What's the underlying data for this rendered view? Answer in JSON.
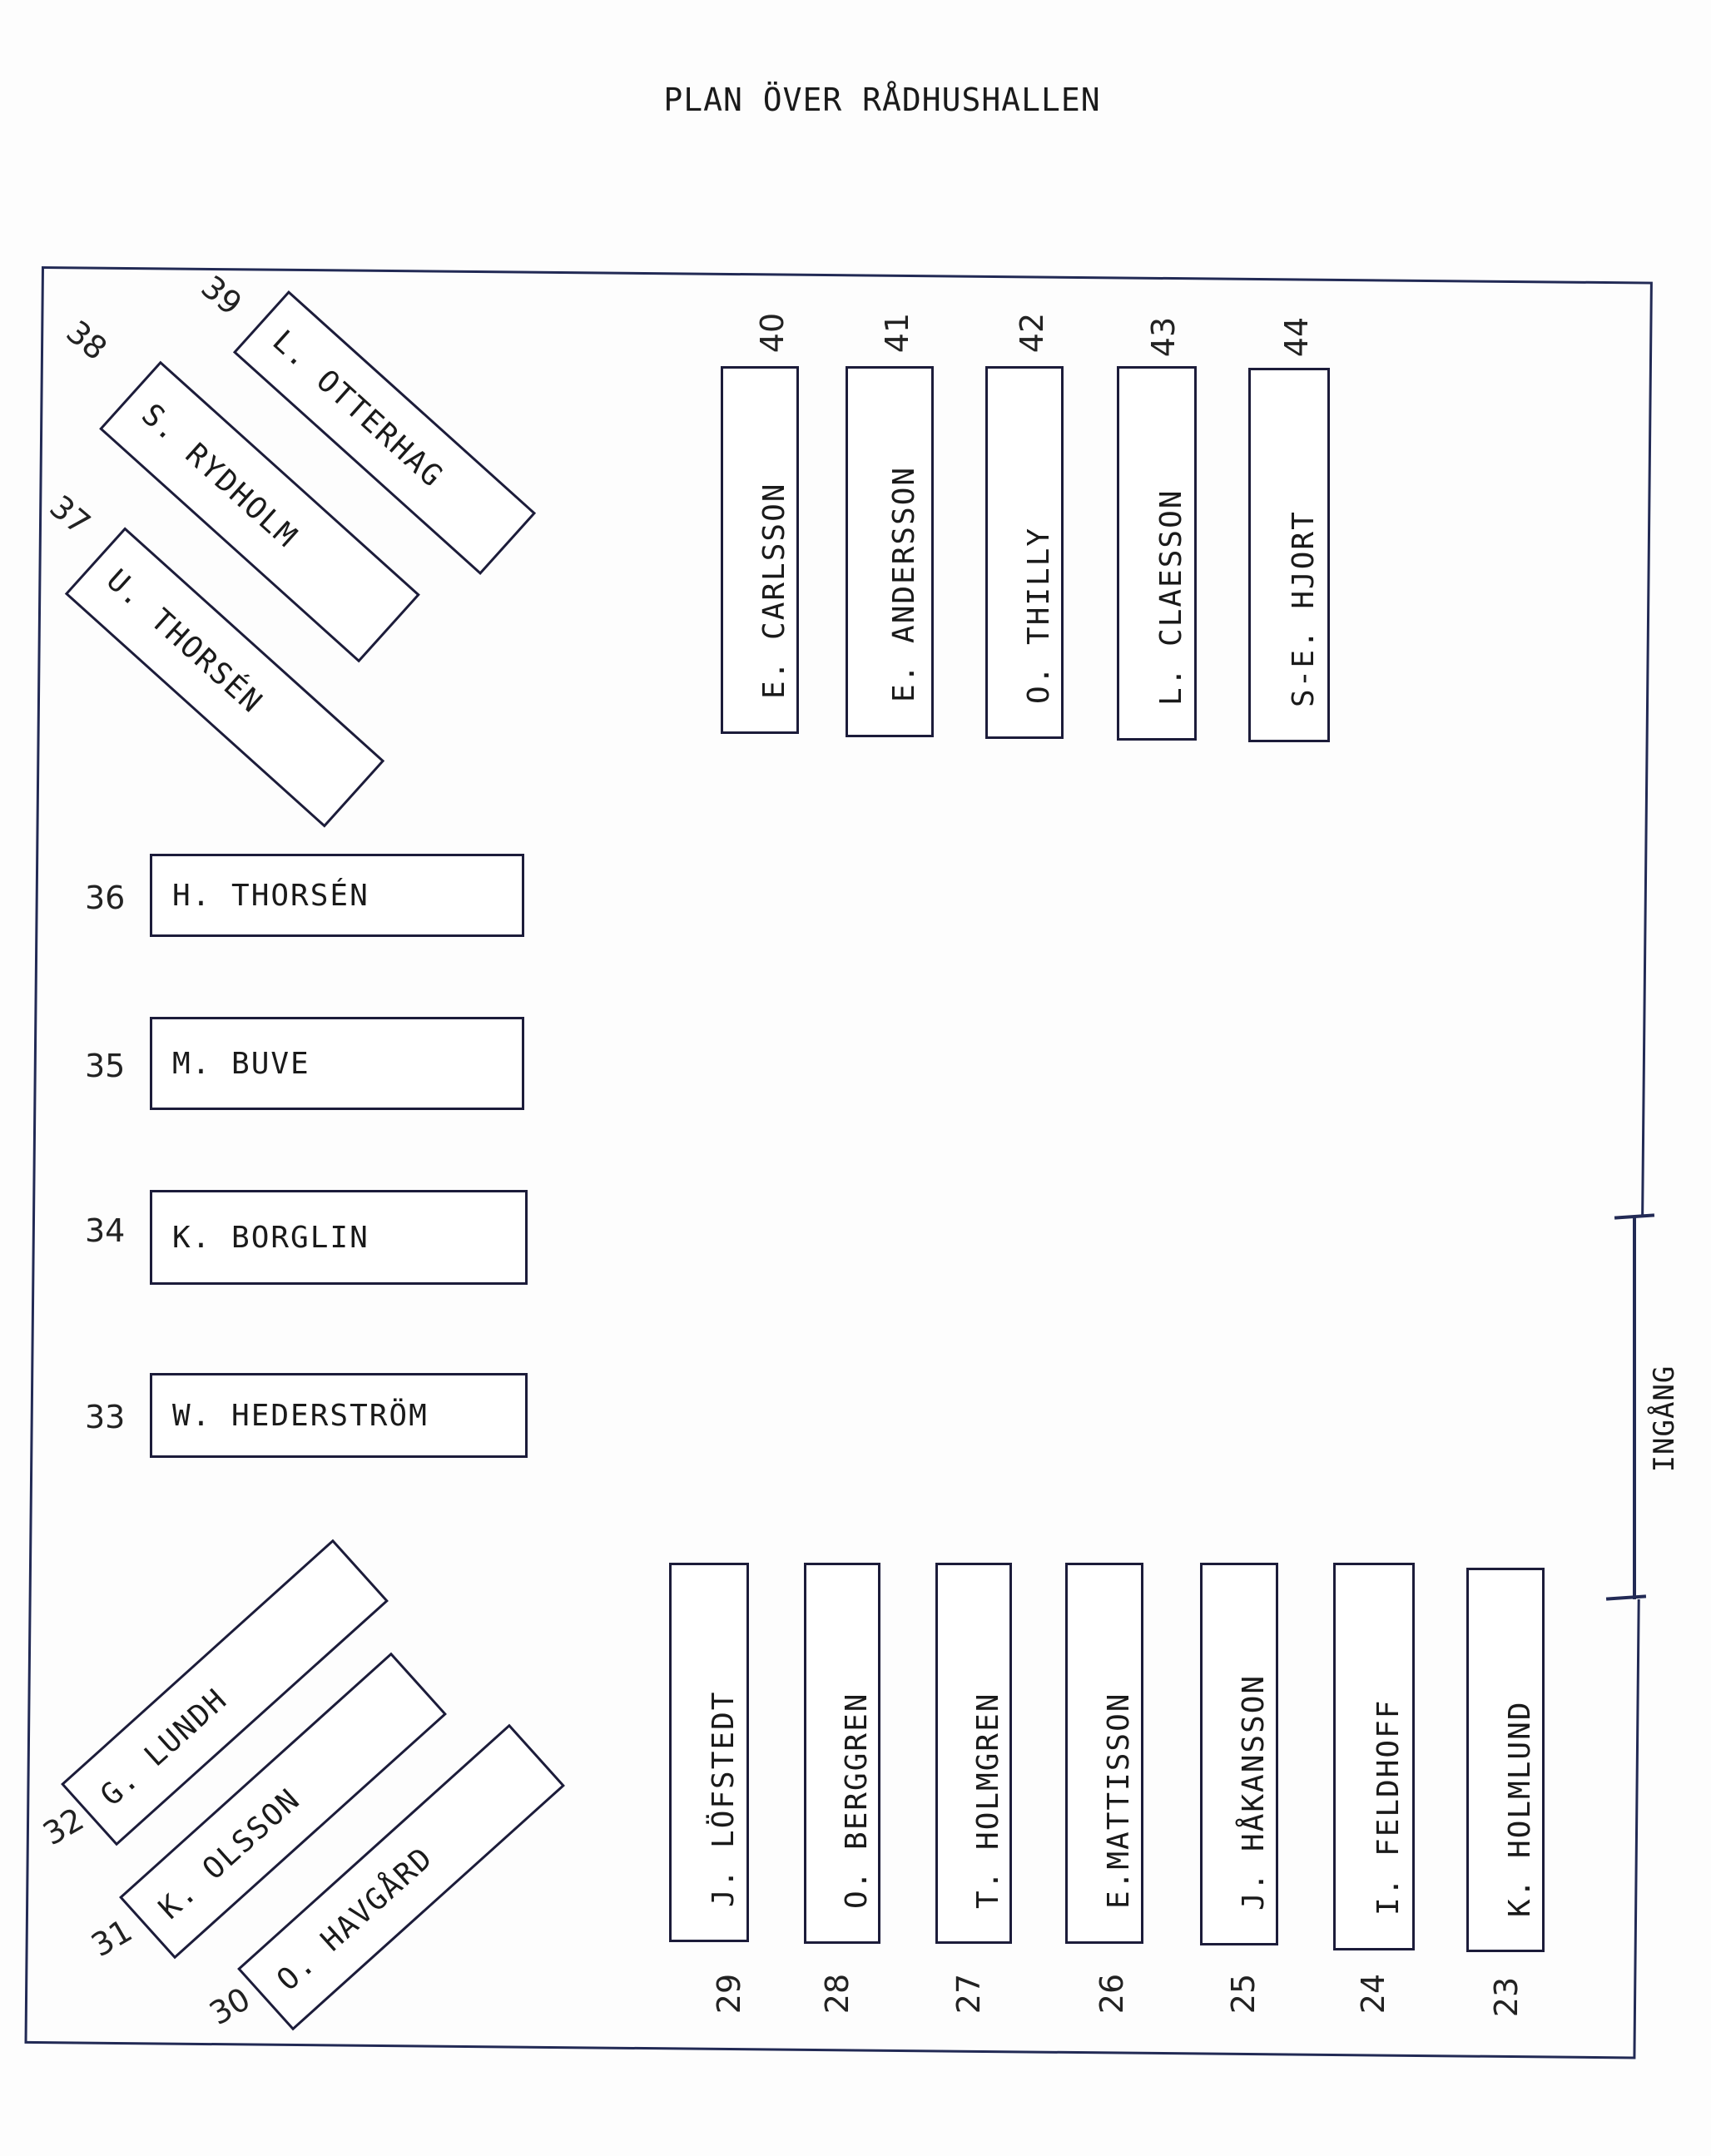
{
  "title": "PLAN ÖVER RÅDHUSHALLEN",
  "entrance_label": "INGÅNG",
  "top_row": [
    {
      "num": "40",
      "name": "E. CARLSSON"
    },
    {
      "num": "41",
      "name": "E. ANDERSSON"
    },
    {
      "num": "42",
      "name": "O. THILLY"
    },
    {
      "num": "43",
      "name": "L. CLAESSON"
    },
    {
      "num": "44",
      "name": "S-E. HJORT"
    }
  ],
  "bottom_row": [
    {
      "num": "29",
      "name": "J. LÖFSTEDT"
    },
    {
      "num": "28",
      "name": "O. BERGGREN"
    },
    {
      "num": "27",
      "name": "T. HOLMGREN"
    },
    {
      "num": "26",
      "name": "E.MATTISSON"
    },
    {
      "num": "25",
      "name": "J. HÅKANSSON"
    },
    {
      "num": "24",
      "name": "I. FELDHOFF"
    },
    {
      "num": "23",
      "name": "K. HOLMLUND"
    }
  ],
  "left_column": [
    {
      "num": "36",
      "name": "H. THORSÉN"
    },
    {
      "num": "35",
      "name": "M. BUVE"
    },
    {
      "num": "34",
      "name": "K. BORGLIN"
    },
    {
      "num": "33",
      "name": "W. HEDERSTRÖM"
    }
  ],
  "top_left_diagonal": [
    {
      "num": "39",
      "name": "L. OTTERHAG"
    },
    {
      "num": "38",
      "name": "S. RYDHOLM"
    },
    {
      "num": "37",
      "name": "U. THORSÉN"
    }
  ],
  "bottom_left_diagonal": [
    {
      "num": "32",
      "name": "G. LUNDH"
    },
    {
      "num": "31",
      "name": "K. OLSSON"
    },
    {
      "num": "30",
      "name": "O. HAVGÅRD"
    }
  ]
}
